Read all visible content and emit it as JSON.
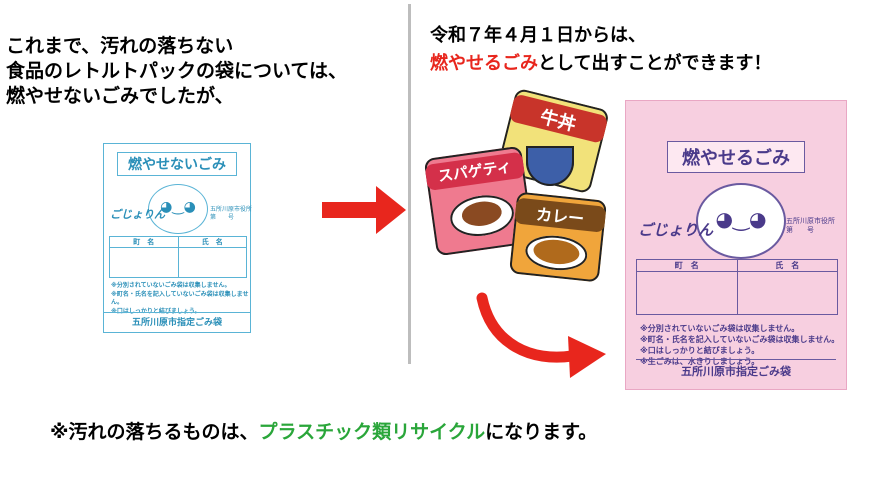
{
  "left_message": {
    "line1": "これまで、汚れの落ちない",
    "line2": "食品のレトルトパックの袋については、",
    "line3": "燃やせないごみでしたが、"
  },
  "right_message": {
    "line1": "令和７年４月１日からは、",
    "highlight": "燃やせるごみ",
    "rest": "として出すことができます！"
  },
  "note": {
    "prefix": "※汚れの落ちるものは、",
    "highlight": "プラスチック類リサイクル",
    "suffix": "になります。"
  },
  "old_bag": {
    "title": "燃やせないごみ",
    "logo": "ごじょりん",
    "dept": "五所川原市役所\n第　　号",
    "col1": "町　名",
    "col2": "氏　名",
    "rules": [
      "※分別されていないごみ袋は収集しません。",
      "※町名・氏名を記入していないごみ袋は収集しません。",
      "※口はしっかりと結びましょう。"
    ],
    "footer": "五所川原市指定ごみ袋"
  },
  "new_bag": {
    "title": "燃やせるごみ",
    "logo": "ごじょりん",
    "dept": "五所川原市役所\n第　　号",
    "col1": "町　名",
    "col2": "氏　名",
    "rules": [
      "※分別されていないごみ袋は収集しません。",
      "※町名・氏名を記入していないごみ袋は収集しません。",
      "※口はしっかりと結びましょう。",
      "※生ごみは、水きりしましょう。"
    ],
    "footer": "五所川原市指定ごみ袋"
  },
  "packs": {
    "gyudon": "牛丼",
    "pasta": "スパゲティ",
    "curry": "カレー"
  },
  "colors": {
    "highlight_red": "#e8261d",
    "highlight_green": "#2aa63a",
    "arrow_red": "#e8261d",
    "old_bag_blue": "#5ab4d6",
    "new_bag_pink": "#f7cfe0"
  }
}
